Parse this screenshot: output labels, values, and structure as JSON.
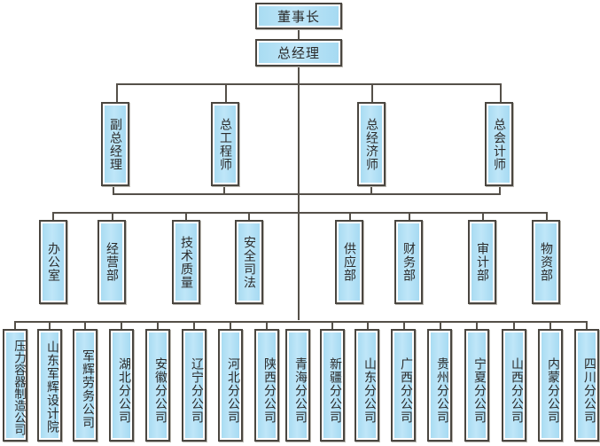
{
  "chairman": "董事长",
  "general_manager": "总经理",
  "executives": [
    "副总经理",
    "总工程师",
    "总经济师",
    "总会计师"
  ],
  "departments": [
    "办公室",
    "经营部",
    "技术质量",
    "安全司法",
    "供应部",
    "财务部",
    "审计部",
    "物资部"
  ],
  "branches": [
    "压力容器制造公司",
    "山东军辉设计院",
    "军辉劳务公司",
    "湖北分公司",
    "安徽分公司",
    "辽宁分公司",
    "河北分公司",
    "陕西分公司",
    "青海分公司",
    "新疆分公司",
    "山东分公司",
    "广西分公司",
    "贵州分公司",
    "宁夏分公司",
    "山西分公司",
    "内蒙分公司",
    "四川分公司"
  ],
  "colors": {
    "box_fill": "#b3e0f5",
    "border": "#4a4640",
    "line": "#555049"
  }
}
